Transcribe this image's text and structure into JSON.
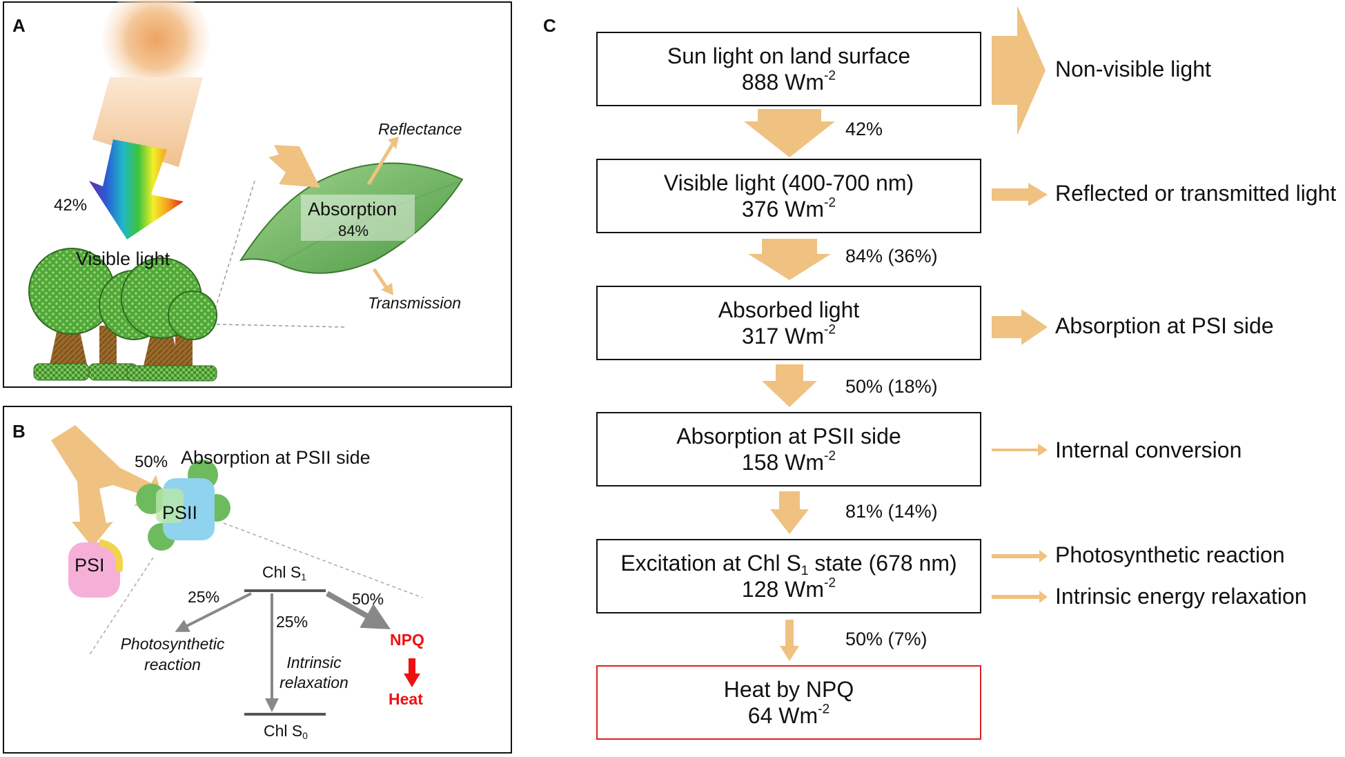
{
  "panelA": {
    "label": "A",
    "pct_visible": "42%",
    "visible_light": "Visible light",
    "reflectance": "Reflectance",
    "absorption": "Absorption",
    "absorption_pct": "84%",
    "transmission": "Transmission"
  },
  "panelB": {
    "label": "B",
    "pct_psii": "50%",
    "absorption_psii": "Absorption at PSII side",
    "psii": "PSII",
    "psi": "PSI",
    "chl_s1_base": "Chl S",
    "chl_s1_sub": "1",
    "chl_s0_base": "Chl S",
    "chl_s0_sub": "0",
    "pct_photo": "25%",
    "pct_intrinsic": "25%",
    "pct_npq": "50%",
    "photo_line1": "Photosynthetic",
    "photo_line2": "reaction",
    "intrinsic_line1": "Intrinsic",
    "intrinsic_line2": "relaxation",
    "npq": "NPQ",
    "heat": "Heat"
  },
  "panelC": {
    "label": "C",
    "boxes": [
      {
        "line1": "Sun light on land surface",
        "value": "888 Wm",
        "exp": "-2"
      },
      {
        "line1": "Visible light (400-700 nm)",
        "value": "376 Wm",
        "exp": "-2"
      },
      {
        "line1": "Absorbed light",
        "value": "317 Wm",
        "exp": "-2"
      },
      {
        "line1": "Absorption at PSII side",
        "value": "158 Wm",
        "exp": "-2"
      },
      {
        "line1_pre": "Excitation at Chl S",
        "line1_sub": "1",
        "line1_post": " state (678 nm)",
        "value": "128 Wm",
        "exp": "-2"
      },
      {
        "line1": "Heat by NPQ",
        "value": "64 Wm",
        "exp": "-2"
      }
    ],
    "percents": [
      "42%",
      "84% (36%)",
      "50% (18%)",
      "81% (14%)",
      "50% (7%)"
    ],
    "side_labels": [
      "Non-visible light",
      "Reflected or transmitted light",
      "Absorption at PSI side",
      "Internal conversion",
      "Photosynthetic reaction",
      "Intrinsic energy relaxation"
    ],
    "colors": {
      "arrow": "#efc282",
      "heat_border": "#e02020",
      "npq_red": "#ee1111"
    }
  }
}
